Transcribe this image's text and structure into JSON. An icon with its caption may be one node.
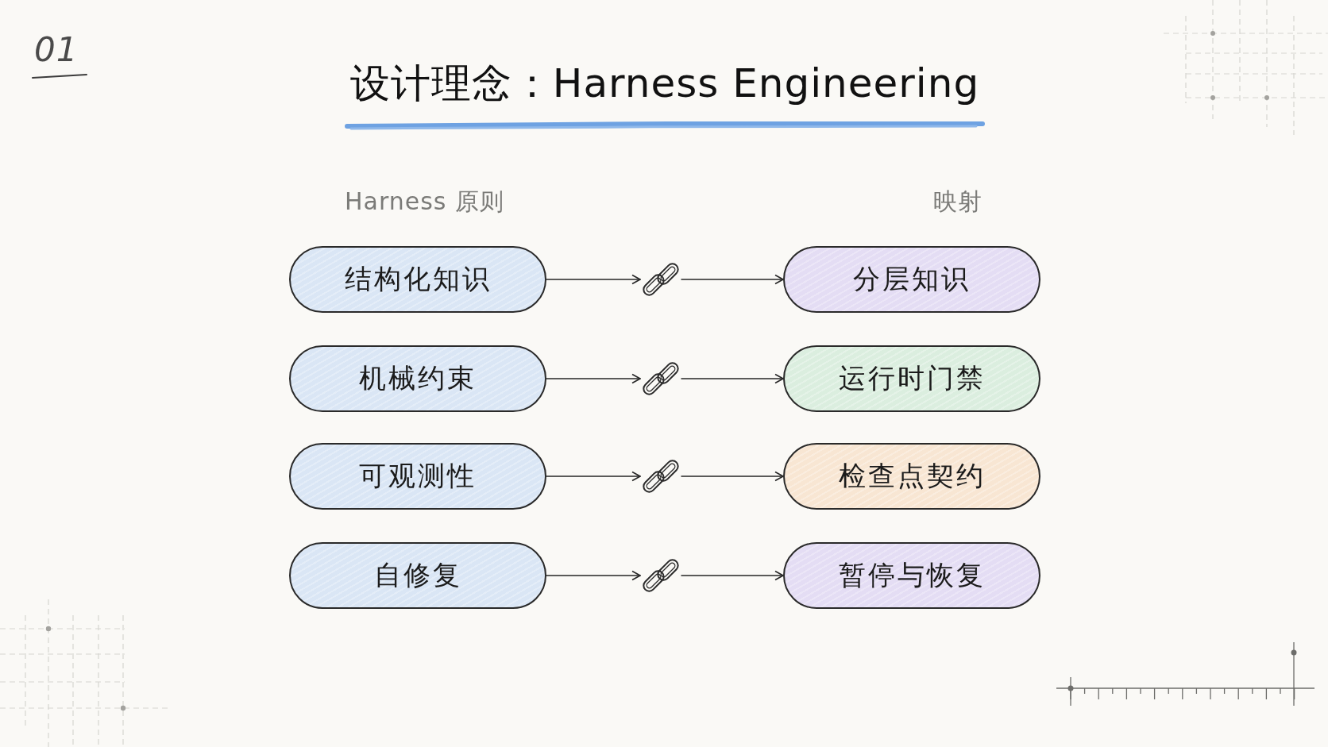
{
  "diagram": {
    "title": "设计理念：Harness Engineering",
    "nodes": [
      {
        "text": [
          "结构化知识"
        ]
      },
      {
        "text": [],
        "shape": "picture"
      },
      {
        "text": [
          "分层知识"
        ]
      },
      {
        "text": [
          "机械约束"
        ]
      },
      {
        "text": [],
        "shape": "picture"
      },
      {
        "text": [
          "运行时门禁"
        ]
      },
      {
        "text": [
          "可观测性"
        ]
      },
      {
        "text": [],
        "shape": "picture"
      },
      {
        "text": [
          "检查点契约"
        ]
      },
      {
        "text": [
          "自修复"
        ]
      },
      {
        "text": [],
        "shape": "picture"
      },
      {
        "text": [
          "暂停与恢复"
        ]
      }
    ],
    "edges": [
      {
        "from": 0,
        "to": 1,
        "arrow": "to"
      },
      {
        "from": 1,
        "to": 2,
        "arrow": "to"
      },
      {
        "from": 3,
        "to": 4,
        "arrow": "to"
      },
      {
        "from": 4,
        "to": 5,
        "arrow": "to"
      },
      {
        "from": 6,
        "to": 7,
        "arrow": "to"
      },
      {
        "from": 7,
        "to": 8,
        "arrow": "to"
      },
      {
        "from": 9,
        "to": 10,
        "arrow": "to"
      },
      {
        "from": 10,
        "to": 11,
        "arrow": "to"
      }
    ],
    "labels": [
      "01",
      "Harness 原则",
      "映射"
    ]
  }
}
